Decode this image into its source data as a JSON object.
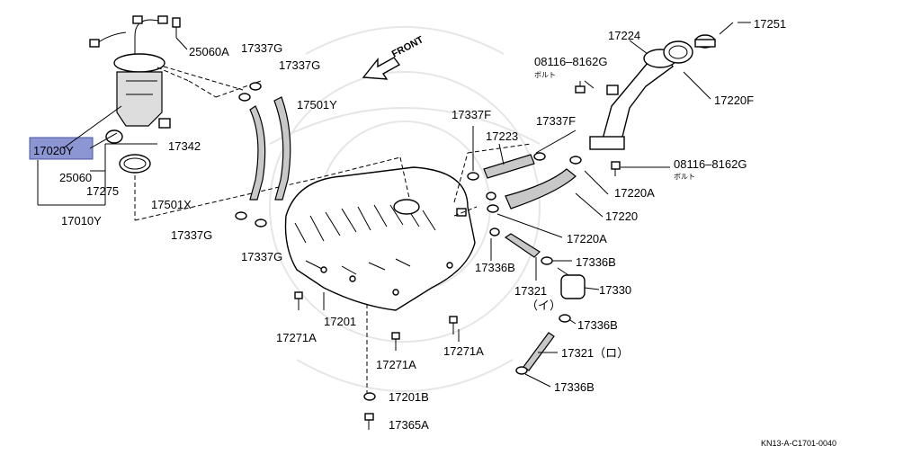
{
  "diagram": {
    "front_label": "FRONT",
    "footer_code": "KN13-A-C1701-0040",
    "highlight_color": "#8C96D2",
    "labels": {
      "p17020Y": "17020Y",
      "p25060": "25060",
      "p17275": "17275",
      "p17010Y": "17010Y",
      "p17342": "17342",
      "p25060A": "25060A",
      "p17337G_top1": "17337G",
      "p17337G_top2": "17337G",
      "p17501Y": "17501Y",
      "p17501X": "17501X",
      "p17337G_mid1": "17337G",
      "p17337G_mid2": "17337G",
      "p17271A_left": "17271A",
      "p17201": "17201",
      "p17271A_mid": "17271A",
      "p17271A_right": "17271A",
      "p17201B": "17201B",
      "p17365A": "17365A",
      "p17337F_a": "17337F",
      "p17337F_b": "17337F",
      "p17223": "17223",
      "p17224": "17224",
      "p17251": "17251",
      "p17220F": "17220F",
      "p08116_top": "08116–8162G",
      "p08116_top_sub": "ボルト",
      "p08116_right": "08116–8162G",
      "p08116_right_sub": "ボルト",
      "p17220A_a": "17220A",
      "p17220": "17220",
      "p17220A_b": "17220A",
      "p17336B_a": "17336B",
      "p17336B_b": "17336B",
      "p17321_i": "17321",
      "p17321_i_sub": "（イ）",
      "p17330": "17330",
      "p17336B_c": "17336B",
      "p17321_ro": "17321（ロ）",
      "p17336B_d": "17336B"
    }
  }
}
